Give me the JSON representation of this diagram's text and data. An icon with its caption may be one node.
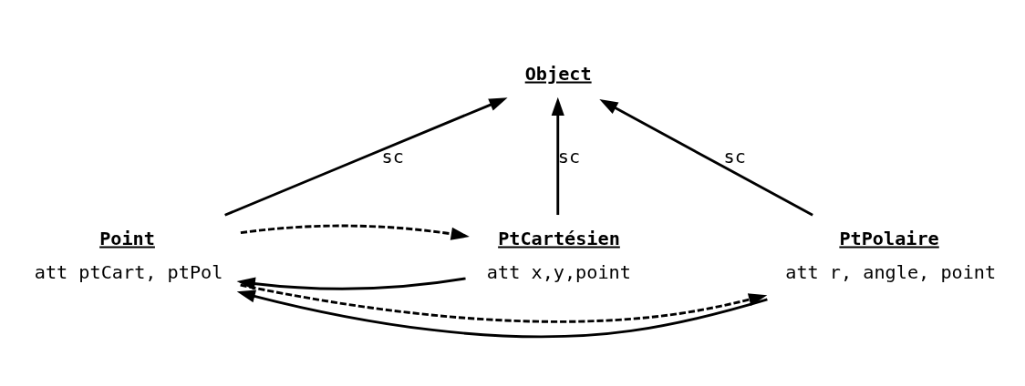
{
  "diagram": {
    "nodes": [
      {
        "text": [
          "Object"
        ]
      },
      {
        "text": [
          "Point",
          "att ptCart, ptPol"
        ]
      },
      {
        "text": [
          "PtCartésien",
          "att x,y,point"
        ]
      },
      {
        "text": [
          "PtPolaire",
          "att r, angle, point"
        ]
      }
    ],
    "edges": [
      {
        "from": 1,
        "to": 0,
        "arrow": "to",
        "label": "sc"
      },
      {
        "from": 2,
        "to": 0,
        "arrow": "to",
        "label": "sc"
      },
      {
        "from": 3,
        "to": 0,
        "arrow": "to",
        "label": "sc"
      },
      {
        "from": 1,
        "to": 2,
        "arrow": "to",
        "style": "dashed"
      },
      {
        "from": 1,
        "to": 3,
        "arrow": "to",
        "style": "dashed"
      },
      {
        "from": 2,
        "to": 1,
        "arrow": "to"
      },
      {
        "from": 3,
        "to": 1,
        "arrow": "to"
      }
    ]
  }
}
